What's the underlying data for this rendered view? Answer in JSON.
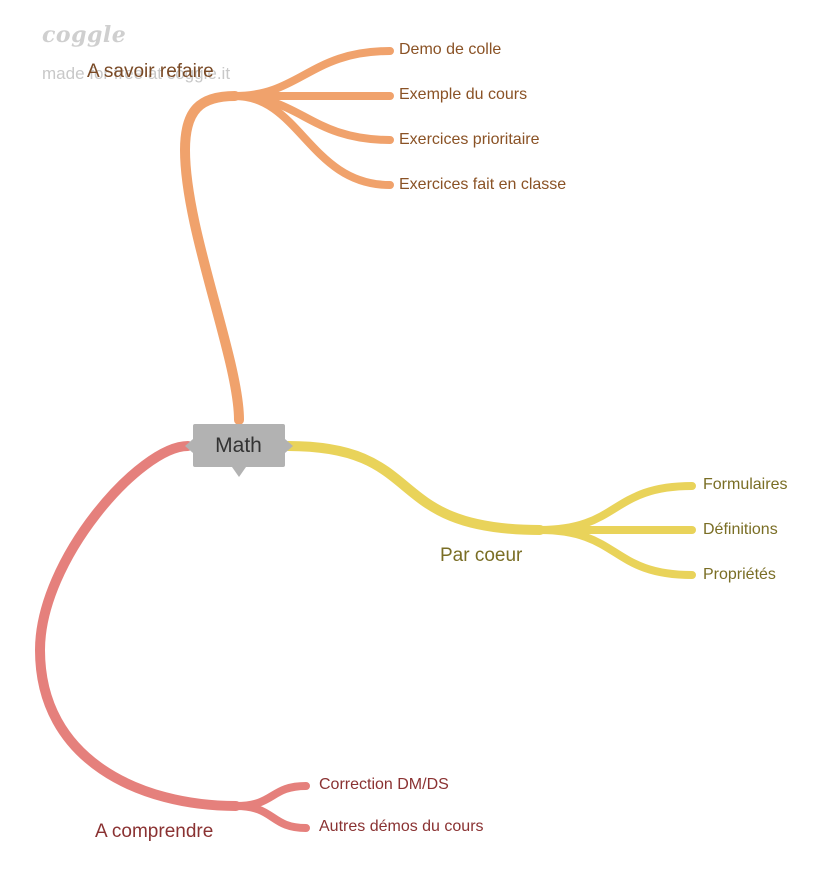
{
  "watermark": {
    "logo": "coggle",
    "made_for_free": "made for free at coggle.it"
  },
  "colors": {
    "orange": "#f0a26c",
    "yellow": "#e9d35a",
    "red": "#e5807c",
    "center": "#b2b2b2"
  },
  "center": {
    "label": "Math"
  },
  "branches": {
    "a_savoir_refaire": {
      "label": "A savoir refaire",
      "children": [
        "Demo de colle",
        "Exemple du cours",
        "Exercices prioritaire",
        "Exercices fait en classe"
      ]
    },
    "par_coeur": {
      "label": "Par coeur",
      "children": [
        "Formulaires",
        "Définitions",
        "Propriétés"
      ]
    },
    "a_comprendre": {
      "label": "A comprendre",
      "children": [
        "Correction DM/DS",
        "Autres démos du cours"
      ]
    }
  }
}
